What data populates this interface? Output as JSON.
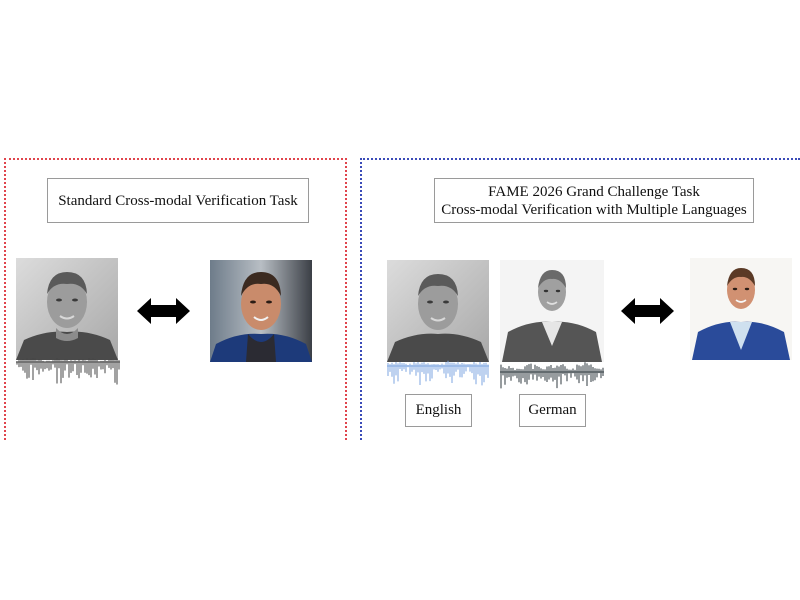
{
  "standard": {
    "title": "Standard Cross-modal Verification Task"
  },
  "fame": {
    "title_line1": "FAME 2026 Grand Challenge Task",
    "title_line2": "Cross-modal Verification with Multiple Languages",
    "languages": [
      "English",
      "German"
    ]
  },
  "colors": {
    "standard_border": "#e0454d",
    "fame_border": "#3b4bb8",
    "english_wave": "#7ea6e0",
    "german_wave": "#2f3a3f",
    "gray_wave": "#444444"
  },
  "icons": [
    "face-photo",
    "double-arrow",
    "audio-waveform"
  ]
}
